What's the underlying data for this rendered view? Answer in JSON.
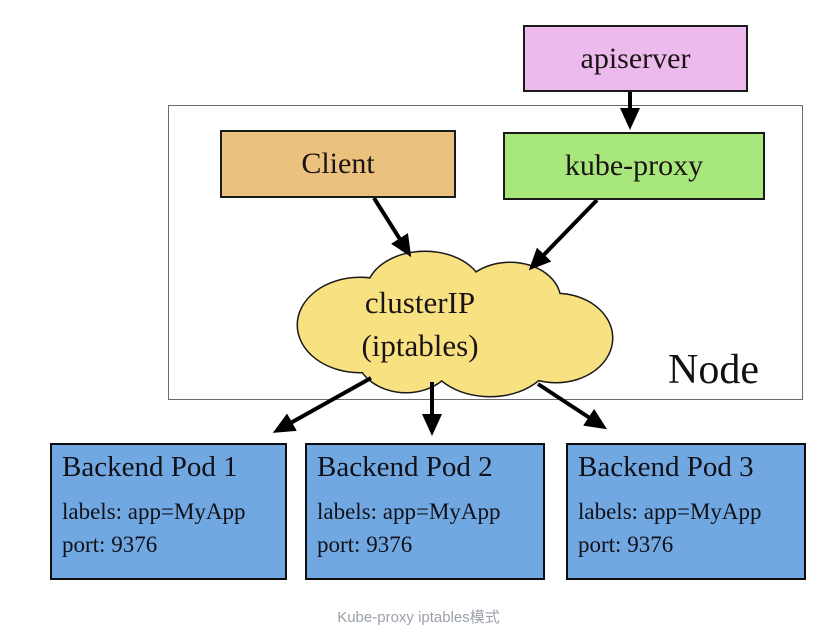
{
  "caption": "Kube-proxy iptables模式",
  "nodes": {
    "apiserver_label": "apiserver",
    "client_label": "Client",
    "kube_proxy_label": "kube-proxy",
    "cluster_ip_line1": "clusterIP",
    "cluster_ip_line2": "(iptables)",
    "node_label": "Node"
  },
  "pods": [
    {
      "title": "Backend Pod 1",
      "labels": "labels: app=MyApp",
      "port": "port: 9376"
    },
    {
      "title": "Backend Pod 2",
      "labels": "labels: app=MyApp",
      "port": "port: 9376"
    },
    {
      "title": "Backend Pod 3",
      "labels": "labels: app=MyApp",
      "port": "port: 9376"
    }
  ],
  "arrows": [
    {
      "name": "apiserver-to-kube-proxy"
    },
    {
      "name": "client-to-cluster-ip"
    },
    {
      "name": "kube-proxy-to-cluster-ip"
    },
    {
      "name": "cluster-ip-to-pod-1"
    },
    {
      "name": "cluster-ip-to-pod-2"
    },
    {
      "name": "cluster-ip-to-pod-3"
    }
  ],
  "colors": {
    "apiserver_fill": "#ecbaec",
    "client_fill": "#eac17d",
    "kube_proxy_fill": "#a7e77c",
    "cluster_ip_fill": "#f7e181",
    "pod_fill": "#72a8e1",
    "arrow": "#000000",
    "caption_text": "#9ba1a9"
  }
}
